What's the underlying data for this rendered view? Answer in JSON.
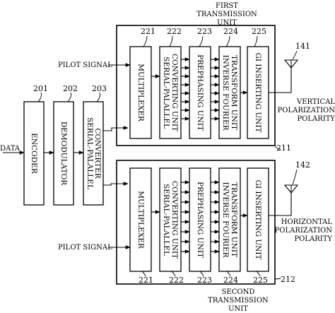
{
  "input_label": "DATA",
  "pilot_label": "PILOT  SIGNAL",
  "blocks": [
    {
      "ref": "201",
      "label": "ENCODER"
    },
    {
      "ref": "202",
      "label": "DEMODULATOR"
    },
    {
      "ref": "203",
      "label_lines": [
        "SERIAL-PALALLEL",
        "CONVERTER"
      ]
    }
  ],
  "units": [
    {
      "caption_lines": [
        "FIRST",
        "TRANSMISSION",
        "UNIT"
      ],
      "ref": "211",
      "blocks": [
        {
          "ref": "221",
          "label": "MULTIPLEXER"
        },
        {
          "ref": "222",
          "label_lines": [
            "SERIAL-PALALLEL",
            "CONVERTING UNIT"
          ]
        },
        {
          "ref": "223",
          "label": "PREPHASING UNIT"
        },
        {
          "ref": "224",
          "label_lines": [
            "INVERSE FOURIER",
            "TRANSFORM UNIT"
          ]
        },
        {
          "ref": "225",
          "label": "GI INSERTING UNIT"
        }
      ],
      "antenna_ref": "141",
      "polarization_lines": [
        "VERTICAL",
        "POLARIZATION",
        "POLARITY"
      ]
    },
    {
      "caption_lines": [
        "SECOND",
        "TRANSMISSION",
        "UNIT"
      ],
      "ref": "212",
      "blocks": [
        {
          "ref": "221",
          "label": "MULTIPLEXER"
        },
        {
          "ref": "222",
          "label_lines": [
            "SERIAL-PALALLEL",
            "CONVERTING UNIT"
          ]
        },
        {
          "ref": "223",
          "label": "PREPHASING UNIT"
        },
        {
          "ref": "224",
          "label_lines": [
            "INVERSE FOURIER",
            "TRANSFORM UNIT"
          ]
        },
        {
          "ref": "225",
          "label": "GI INSERTING UNIT"
        }
      ],
      "antenna_ref": "142",
      "polarization_lines": [
        "HORIZONTAL",
        "POLARIZATION",
        "POLARITY"
      ]
    }
  ]
}
